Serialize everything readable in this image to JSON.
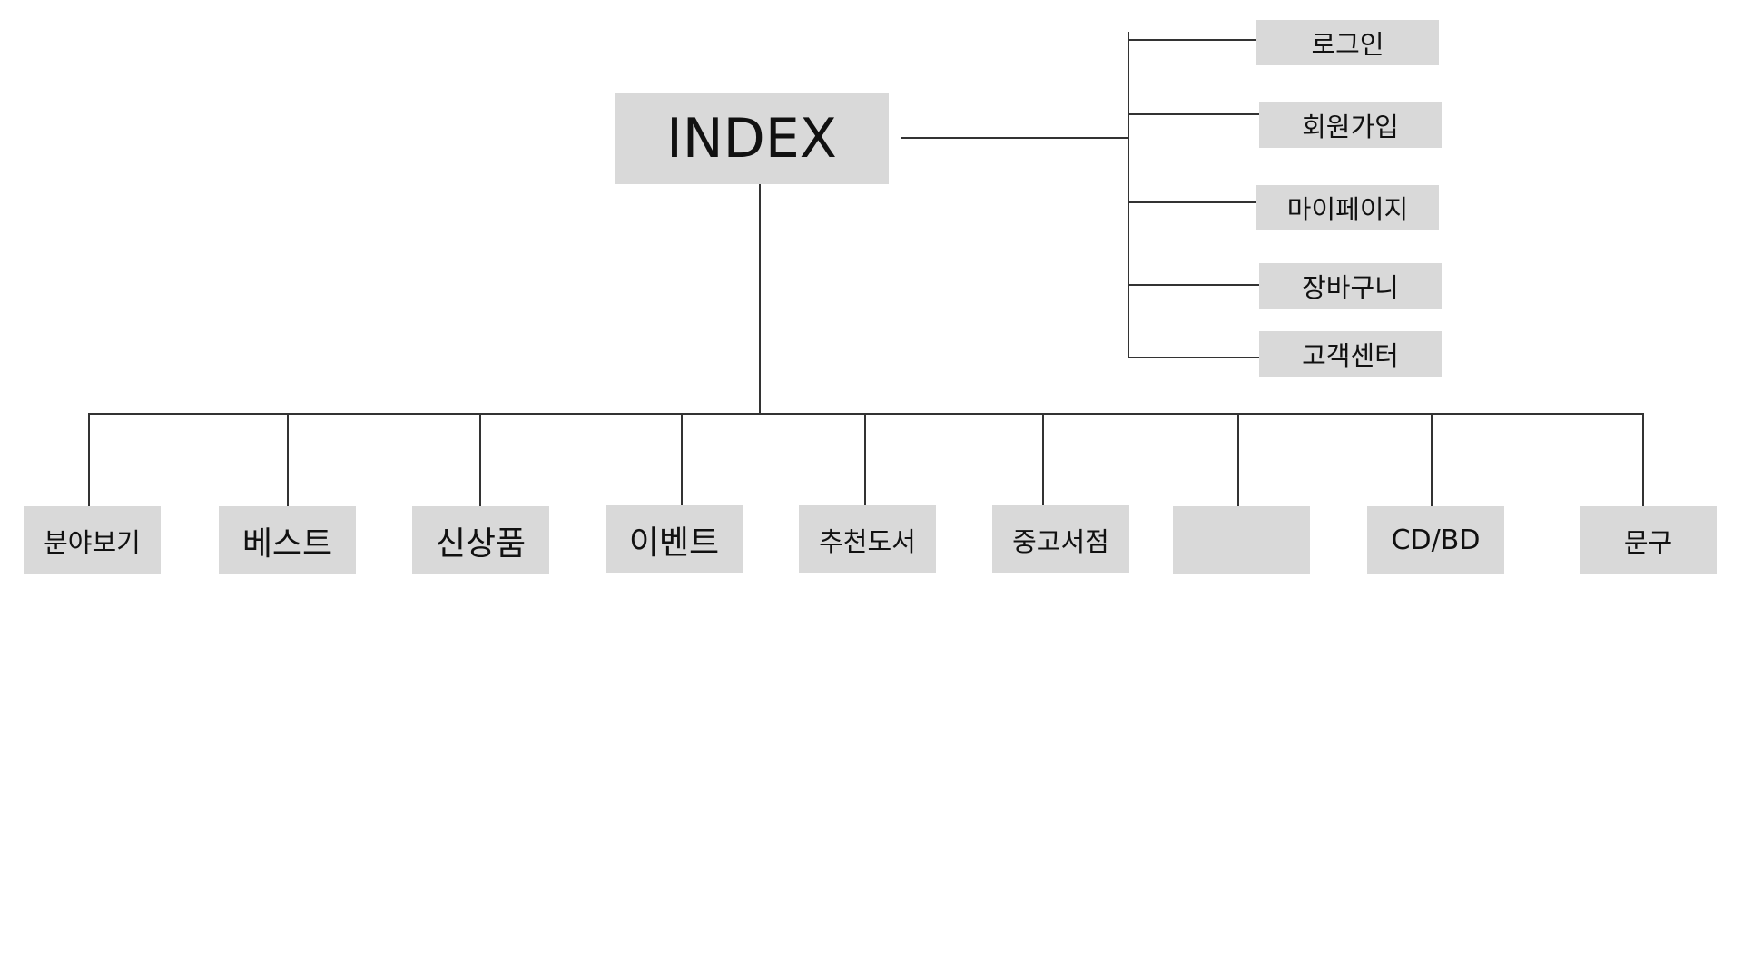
{
  "root": {
    "label": "INDEX"
  },
  "utility_menu": {
    "items": [
      {
        "label": "로그인"
      },
      {
        "label": "회원가입"
      },
      {
        "label": "마이페이지"
      },
      {
        "label": "장바구니"
      },
      {
        "label": "고객센터"
      }
    ]
  },
  "main_menu": {
    "items": [
      {
        "label": "분야보기"
      },
      {
        "label": "베스트"
      },
      {
        "label": "신상품"
      },
      {
        "label": "이벤트"
      },
      {
        "label": "추천도서"
      },
      {
        "label": "중고서점"
      },
      {
        "label": ""
      },
      {
        "label": "CD/BD"
      },
      {
        "label": "문구"
      }
    ]
  },
  "colors": {
    "node_fill": "#d9d9d9",
    "connector": "#333333",
    "background": "#ffffff"
  }
}
